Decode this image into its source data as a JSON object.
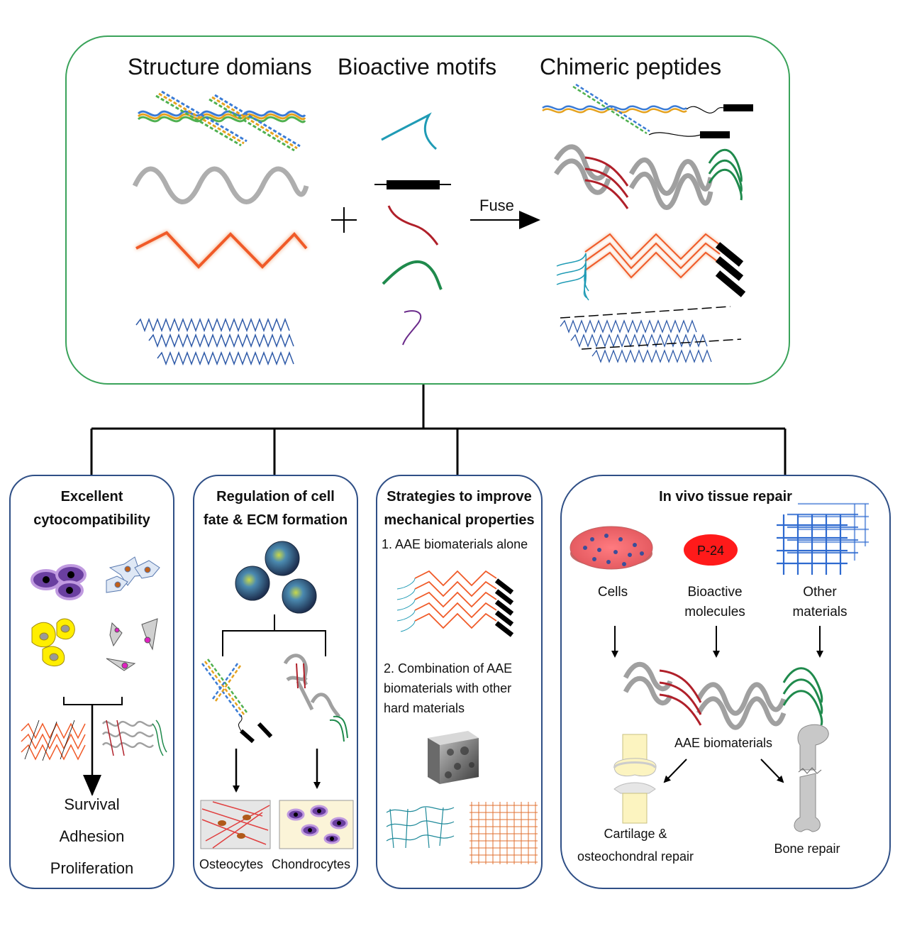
{
  "top": {
    "heading_structure": "Structure domians",
    "heading_motifs": "Bioactive motifs",
    "heading_chimeric": "Chimeric peptides",
    "fuse_label": "Fuse"
  },
  "panels": {
    "cyto": {
      "title_line1": "Excellent",
      "title_line2": "cytocompatibility",
      "outcomes": [
        "Survival",
        "Adhesion",
        "Proliferation"
      ]
    },
    "fate": {
      "title_line1": "Regulation of cell",
      "title_line2": "fate & ECM formation",
      "left_label": "Osteocytes",
      "right_label": "Chondrocytes"
    },
    "mech": {
      "title_line1": "Strategies to improve",
      "title_line2": "mechanical properties",
      "item1": "1. AAE biomaterials alone",
      "item2_line1": "2. Combination of AAE",
      "item2_line2": "biomaterials with other",
      "item2_line3": "hard materials"
    },
    "vivo": {
      "title": "In vivo tissue repair",
      "cells_label": "Cells",
      "bioactive_line1": "Bioactive",
      "bioactive_line2": "molecules",
      "other_line1": "Other",
      "other_line2": "materials",
      "badge_label": "P-24",
      "center_label": "AAE biomaterials",
      "cartilage_line1": "Cartilage &",
      "cartilage_line2": "osteochondral repair",
      "bone_label": "Bone repair"
    }
  },
  "colors": {
    "top_border": "#3aa35a",
    "panel_border": "#2f4f86",
    "teal": "#1f9bb5",
    "red": "#b0202a",
    "green": "#1f8a4c",
    "purple": "#6a2a8a",
    "orange": "#f05a28",
    "blue": "#2e5aa8",
    "gray": "#9a9a9a"
  }
}
